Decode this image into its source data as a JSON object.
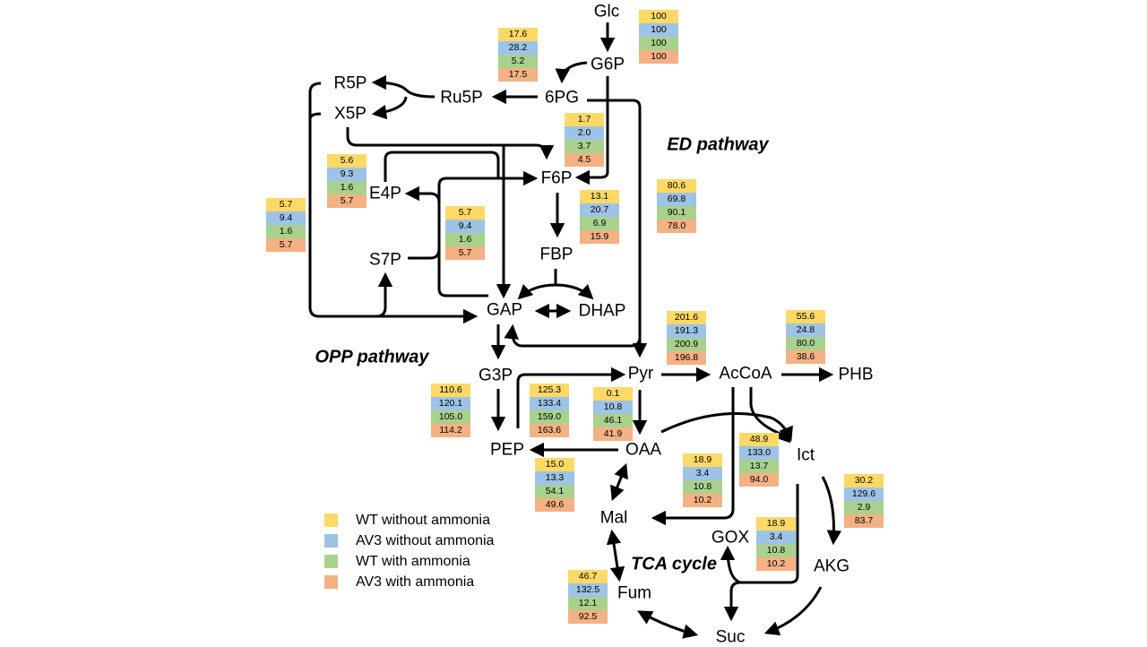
{
  "colors": {
    "wt_no_ammonia": "#FFD966",
    "av3_no_ammonia": "#9DC3E6",
    "wt_ammonia": "#A9D18E",
    "av3_ammonia": "#F4B183"
  },
  "nodes": {
    "glc": "Glc",
    "g6p": "G6P",
    "pg6": "6PG",
    "ru5p": "Ru5P",
    "r5p": "R5P",
    "x5p": "X5P",
    "e4p": "E4P",
    "f6p": "F6P",
    "fbp": "FBP",
    "s7p": "S7P",
    "gap": "GAP",
    "dhap": "DHAP",
    "g3p": "G3P",
    "pep": "PEP",
    "pyr": "Pyr",
    "accoa": "AcCoA",
    "phb": "PHB",
    "oaa": "OAA",
    "ict": "Ict",
    "mal": "Mal",
    "gox": "GOX",
    "akg": "AKG",
    "fum": "Fum",
    "suc": "Suc"
  },
  "pathways": {
    "ed": "ED pathway",
    "opp": "OPP pathway",
    "tca": "TCA cycle"
  },
  "legend": [
    "WT without ammonia",
    "AV3 without ammonia",
    "WT with ammonia",
    "AV3 with ammonia"
  ],
  "fluxes": {
    "glc_uptake": [
      "100",
      "100",
      "100",
      "100"
    ],
    "g6p_6pg": [
      "17.6",
      "28.2",
      "5.2",
      "17.5"
    ],
    "g6p_f6p": [
      "1.7",
      "2.0",
      "3.7",
      "4.5"
    ],
    "ed": [
      "80.6",
      "69.8",
      "90.1",
      "78.0"
    ],
    "e4p_f6p": [
      "5.6",
      "9.3",
      "1.6",
      "5.7"
    ],
    "x5p_gap": [
      "5.7",
      "9.4",
      "1.6",
      "5.7"
    ],
    "s7p_gap": [
      "5.7",
      "9.4",
      "1.6",
      "5.7"
    ],
    "f6p_fbp": [
      "13.1",
      "20.7",
      "6.9",
      "15.9"
    ],
    "pyr_accoa": [
      "201.6",
      "191.3",
      "200.9",
      "196.8"
    ],
    "accoa_phb": [
      "55.6",
      "24.8",
      "80.0",
      "38.6"
    ],
    "g3p_pep": [
      "110.6",
      "120.1",
      "105.0",
      "114.2"
    ],
    "pep_pyr": [
      "125.3",
      "133.4",
      "159.0",
      "163.6"
    ],
    "pyr_oaa": [
      "0.1",
      "10.8",
      "46.1",
      "41.9"
    ],
    "accoa_ict": [
      "48.9",
      "133.0",
      "13.7",
      "94.0"
    ],
    "oaa_pep": [
      "15.0",
      "13.3",
      "54.1",
      "49.6"
    ],
    "gox_mal": [
      "18.9",
      "3.4",
      "10.8",
      "10.2"
    ],
    "ict_akg": [
      "30.2",
      "129.6",
      "2.9",
      "83.7"
    ],
    "ict_gox": [
      "18.9",
      "3.4",
      "10.8",
      "10.2"
    ],
    "mal_fum": [
      "46.7",
      "132.5",
      "12.1",
      "92.5"
    ]
  }
}
